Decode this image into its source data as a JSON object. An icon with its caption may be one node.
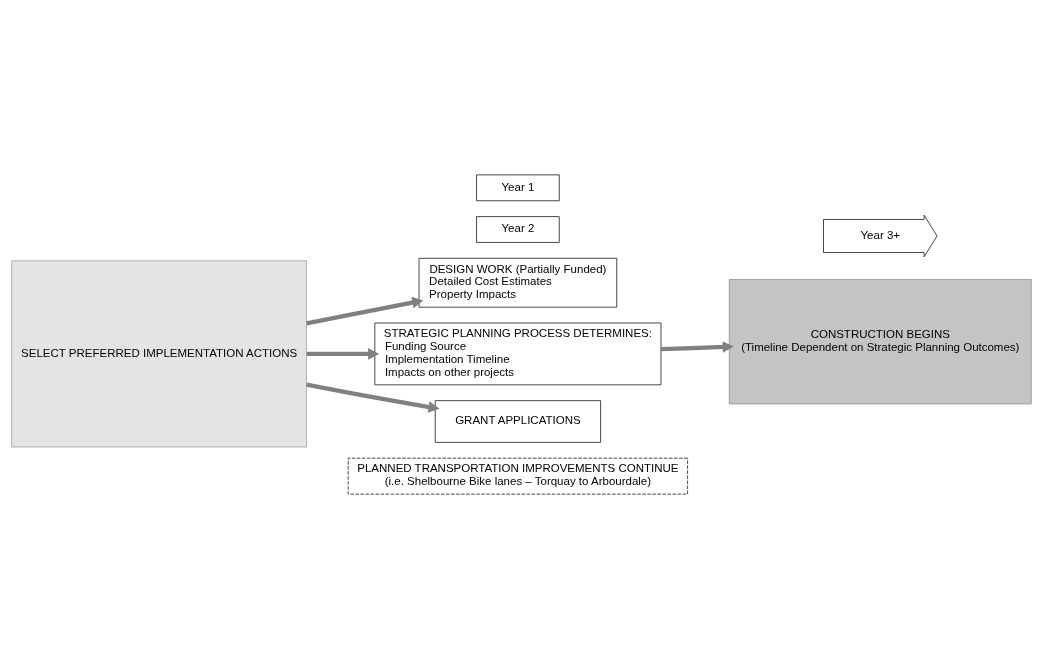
{
  "diagram": {
    "nodes": [
      {
        "text": [
          "SELECT PREFERRED IMPLEMENTATION ACTIONS"
        ]
      },
      {
        "text": [
          "Year 1"
        ]
      },
      {
        "text": [
          "Year 2"
        ]
      },
      {
        "text": [
          "Year 3+"
        ]
      },
      {
        "text": [
          "DESIGN WORK (Partially Funded)",
          "Detailed Cost Estimates",
          "Property Impacts"
        ]
      },
      {
        "text": [
          "STRATEGIC PLANNING PROCESS DETERMINES:",
          "Funding Source",
          "Implementation Timeline",
          "Impacts on other projects"
        ]
      },
      {
        "text": [
          "GRANT APPLICATIONS"
        ]
      },
      {
        "text": [
          "CONSTRUCTION BEGINS",
          "(Timeline Dependent on Strategic Planning Outcomes)"
        ]
      },
      {
        "text": [
          "PLANNED TRANSPORTATION IMPROVEMENTS CONTINUE",
          "(i.e. Shelbourne Bike lanes – Torquay to Arbourdale)"
        ]
      }
    ],
    "edges": [
      {
        "from": 0,
        "to": 4,
        "arrow": "to"
      },
      {
        "from": 0,
        "to": 5,
        "arrow": "to"
      },
      {
        "from": 0,
        "to": 6,
        "arrow": "to"
      },
      {
        "from": 5,
        "to": 7,
        "arrow": "to"
      }
    ]
  }
}
